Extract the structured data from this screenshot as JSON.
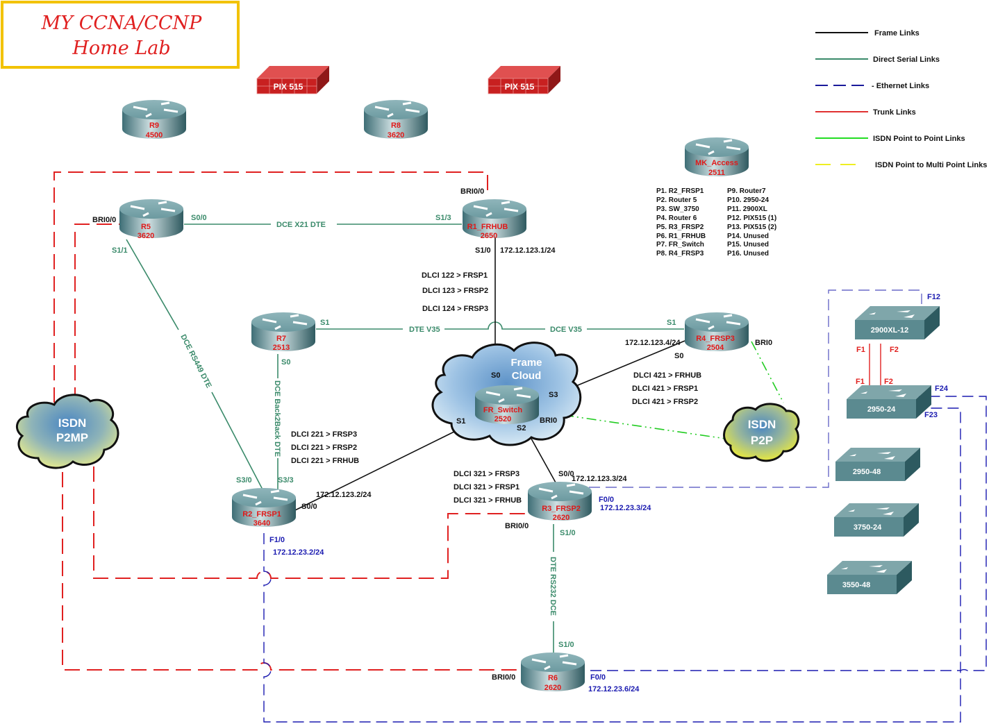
{
  "title": {
    "line1": "MY CCNA/CCNP",
    "line2": "Home Lab"
  },
  "legend": [
    {
      "label": "Frame Links",
      "color": "#111111",
      "style": "solid"
    },
    {
      "label": "Direct Serial  Links",
      "color": "#3a8a6a",
      "style": "solid"
    },
    {
      "label": "- Ethernet Links",
      "color": "#1a1a9a",
      "style": "dashed"
    },
    {
      "label": "Trunk Links",
      "color": "#e03030",
      "style": "solid"
    },
    {
      "label": "ISDN Point to Point Links",
      "color": "#22dd22",
      "style": "solid"
    },
    {
      "label": "ISDN Point to Multi Point Links",
      "color": "#eeee22",
      "style": "dashed"
    }
  ],
  "firewalls": [
    {
      "label": "PIX 515"
    },
    {
      "label": "PIX 515"
    }
  ],
  "routers": {
    "r9": {
      "name": "R9",
      "model": "4500"
    },
    "r8": {
      "name": "R8",
      "model": "3620"
    },
    "mk": {
      "name": "MK_Access",
      "model": "2511"
    },
    "r5": {
      "name": "R5",
      "model": "3620"
    },
    "r1": {
      "name": "R1_FRHUB",
      "model": "2650"
    },
    "r7": {
      "name": "R7",
      "model": "2513"
    },
    "r4": {
      "name": "R4_FRSP3",
      "model": "2504"
    },
    "fr": {
      "name": "FR_Switch",
      "model": "2520"
    },
    "r2": {
      "name": "R2_FRSP1",
      "model": "3640"
    },
    "r3": {
      "name": "R3_FRSP2",
      "model": "2620"
    },
    "r6": {
      "name": "R6",
      "model": "2620"
    }
  },
  "switches": [
    {
      "label": "2900XL-12"
    },
    {
      "label": "2950-24"
    },
    {
      "label": "2950-48"
    },
    {
      "label": "3750-24"
    },
    {
      "label": "3550-48"
    }
  ],
  "clouds": {
    "frame": {
      "line1": "Frame",
      "line2": "Cloud"
    },
    "isdn_p2mp": {
      "line1": "ISDN",
      "line2": "P2MP"
    },
    "isdn_p2p": {
      "line1": "ISDN",
      "line2": "P2P"
    }
  },
  "access_ports": {
    "left": [
      "P1. R2_FRSP1",
      "P2. Router 5",
      "P3. SW_3750",
      "P4. Router 6",
      "P5. R3_FRSP2",
      "P6. R1_FRHUB",
      "P7. FR_Switch",
      "P8. R4_FRSP3"
    ],
    "right": [
      "P9. Router7",
      "P10. 2950-24",
      "P11. 2900XL",
      "P12.  PIX515 (1)",
      "P13. PIX515 (2)",
      "P14. Unused",
      "P15. Unused",
      "P16. Unused"
    ]
  },
  "link_labels": {
    "r5_r1": "DCE X21 DTE",
    "r7_r4_left": "DTE V35",
    "r7_r4_right": "DCE V35",
    "r5_r2": "DCE RS449  DTE",
    "r7_r2": "DCE Back2Back  DTE",
    "r3_r6": "DTE RS232  DCE"
  },
  "ports": {
    "r5_bri": "BRI0/0",
    "r5_s00": "S0/0",
    "r5_s11": "S1/1",
    "r1_bri": "BRI0/0",
    "r1_s13": "S1/3",
    "r1_s10": "S1/0",
    "r1_ip": "172.12.123.1/24",
    "r7_s1": "S1",
    "r7_s0": "S0",
    "r4_s1": "S1",
    "r4_ip": "172.12.123.4/24",
    "r4_s0": "S0",
    "r4_bri": "BRI0",
    "fr_s0": "S0",
    "fr_s1": "S1",
    "fr_s2": "S2",
    "fr_s3": "S3",
    "fr_bri": "BRI0",
    "r2_s30": "S3/0",
    "r2_s33": "S3/3",
    "r2_ip": "172.12.123.2/24",
    "r2_s00": "S0/0",
    "r2_f10": "F1/0",
    "r2_eip": "172.12.23.2/24",
    "r3_s00": "S0/0",
    "r3_ip": "172.12.123.3/24",
    "r3_f00": "F0/0",
    "r3_eip": "172.12.23.3/24",
    "r3_bri": "BRI0/0",
    "r3_s10": "S1/0",
    "r6_s10": "S1/0",
    "r6_bri": "BRI0/0",
    "r6_f00": "F0/0",
    "r6_eip": "172.12.23.6/24",
    "sw_f12": "F12",
    "sw_f1a": "F1",
    "sw_f2a": "F2",
    "sw_f1b": "F1",
    "sw_f2b": "F2",
    "sw_f24": "F24",
    "sw_f23": "F23"
  },
  "dlci": {
    "r1": [
      "DLCI 122 > FRSP1",
      "DLCI 123 > FRSP2",
      "DLCI 124 > FRSP3"
    ],
    "r4": [
      "DLCI 421 > FRHUB",
      "DLCI 421 > FRSP1",
      "DLCI 421 > FRSP2"
    ],
    "r2": [
      "DLCI 221 > FRSP3",
      "DLCI 221 > FRSP2",
      "DLCI 221 > FRHUB"
    ],
    "r3": [
      "DLCI 321 > FRSP3",
      "DLCI 321 > FRSP1",
      "DLCI 321 > FRHUB"
    ]
  }
}
